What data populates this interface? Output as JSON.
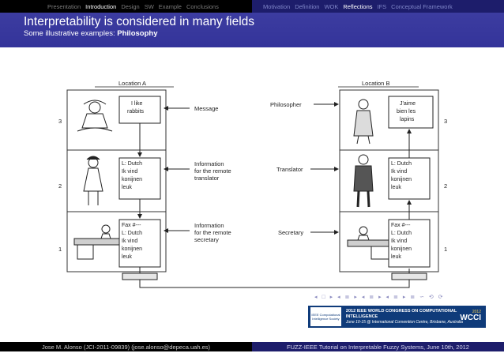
{
  "nav": {
    "left_items": [
      "Presentation",
      "Introduction",
      "Design",
      "SW",
      "Example",
      "Conclusions"
    ],
    "left_active": "Introduction",
    "right_items": [
      "Motivation",
      "Definition",
      "WOK",
      "Reflections",
      "IFS",
      "Conceptual Framework"
    ],
    "right_active": "Reflections"
  },
  "slide": {
    "title": "Interpretability is considered in many fields",
    "subtitle_prefix": "Some illustrative examples:",
    "subtitle_topic": "Philosophy"
  },
  "diagram": {
    "location_a": "Location A",
    "location_b": "Location B",
    "layers": [
      "3",
      "2",
      "1"
    ],
    "messages_a": {
      "layer3": [
        "I like",
        "rabbits"
      ],
      "layer2": [
        "L: Dutch",
        "Ik vind",
        "konijnen",
        "leuk"
      ],
      "layer1": [
        "Fax #---",
        "L: Dutch",
        "Ik vind",
        "konijnen",
        "leuk"
      ]
    },
    "messages_b": {
      "layer3": [
        "J'aime",
        "bien les",
        "lapins"
      ],
      "layer2": [
        "L: Dutch",
        "Ik vind",
        "konijnen",
        "leuk"
      ],
      "layer1": [
        "Fax #---",
        "L: Dutch",
        "Ik vind",
        "konijnen",
        "leuk"
      ]
    },
    "labels_left": {
      "message": "Message",
      "info_translator": [
        "Information",
        "for the remote",
        "translator"
      ],
      "info_secretary": [
        "Information",
        "for the remote",
        "secretary"
      ]
    },
    "labels_right": {
      "philosopher": "Philosopher",
      "translator": "Translator",
      "secretary": "Secretary"
    }
  },
  "nav_symbols": "◂ □ ▸ ◂ ≣ ▸ ◂ ≣ ▸ ◂ ≣ ▸ ≣ ∽ ⟲ ⟳",
  "banner": {
    "logo_text": "IEEE Computational Intelligence Society",
    "line1": "2012 IEEE WORLD CONGRESS ON COMPUTATIONAL INTELLIGENCE",
    "line2": "June 10-15 @ International Convention Centre, Brisbane, Australia",
    "year": "2012",
    "wcci": "WCCI"
  },
  "footer": {
    "left": "Jose M. Alonso (JCI-2011-09839) (jose.alonso@depeca.uah.es)",
    "right": "FUZZ-IEEE Tutorial on Interpretable Fuzzy Systems, June 10th, 2012"
  }
}
